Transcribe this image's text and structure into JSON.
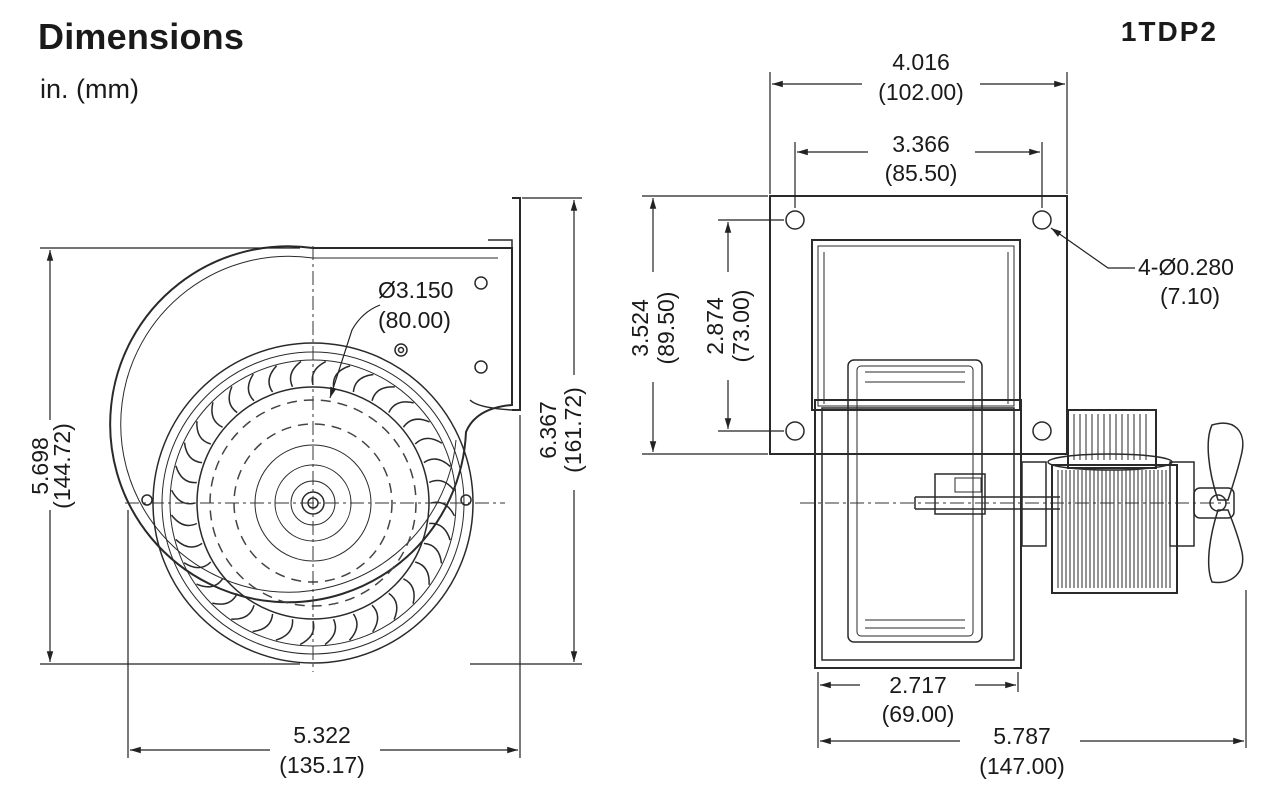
{
  "header": {
    "title": "Dimensions",
    "units": "in. (mm)",
    "model": "1TDP2"
  },
  "front_view": {
    "impeller_diameter": {
      "in": "Ø3.150",
      "mm": "(80.00)"
    },
    "overall_height": {
      "in": "5.698",
      "mm": "(144.72)"
    },
    "flange_height": {
      "in": "6.367",
      "mm": "(161.72)"
    },
    "overall_width": {
      "in": "5.322",
      "mm": "(135.17)"
    }
  },
  "side_view": {
    "flange_width": {
      "in": "4.016",
      "mm": "(102.00)"
    },
    "hole_spacing_h": {
      "in": "3.366",
      "mm": "(85.50)"
    },
    "flange_height": {
      "in": "3.524",
      "mm": "(89.50)"
    },
    "hole_spacing_v": {
      "in": "2.874",
      "mm": "(73.00)"
    },
    "mount_holes": {
      "in": "4-Ø0.280",
      "mm": "(7.10)"
    },
    "housing_depth": {
      "in": "2.717",
      "mm": "(69.00)"
    },
    "overall_length": {
      "in": "5.787",
      "mm": "(147.00)"
    }
  },
  "colors": {
    "ink": "#1a1a1a",
    "line": "#2a2a2a",
    "background": "#ffffff"
  }
}
